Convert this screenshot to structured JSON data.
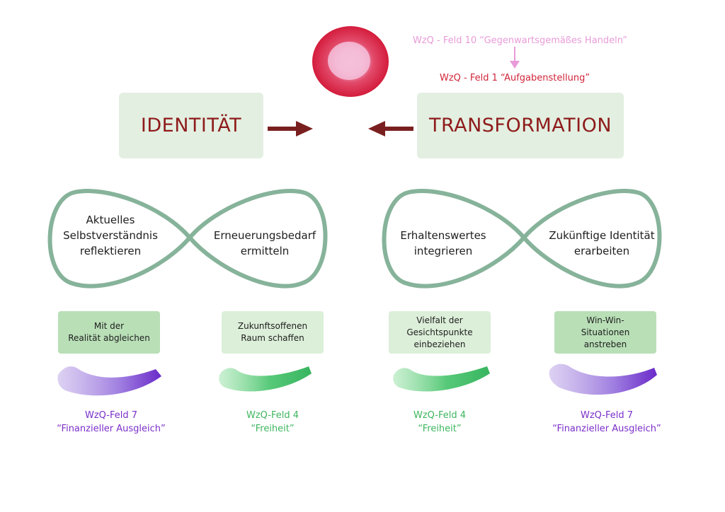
{
  "top_notes": {
    "feld10": "WzQ - Feld 10 “Gegenwartsgemäßes Handeln”",
    "feld1": "WzQ - Feld 1 “Aufgabenstellung”"
  },
  "boxes": {
    "identitaet": "IDENTITÄT",
    "transformation": "TRANSFORMATION"
  },
  "loops": {
    "left_a": [
      "Aktuelles",
      "Selbstverständnis",
      "reflektieren"
    ],
    "left_b": [
      "Erneuerungsbedarf",
      "ermitteln"
    ],
    "right_a": [
      "Erhaltenswertes",
      "integrieren"
    ],
    "right_b": [
      "Zukünftige Identität",
      "erarbeiten"
    ]
  },
  "small_boxes": [
    {
      "lines": [
        "Mit der",
        "Realität abgleichen"
      ]
    },
    {
      "lines": [
        "Zukunftsoffenen",
        "Raum schaffen"
      ]
    },
    {
      "lines": [
        "Vielfalt der",
        "Gesichtspunkte",
        "einbeziehen"
      ]
    },
    {
      "lines": [
        "Win-Win-",
        "Situationen",
        "anstreben"
      ]
    }
  ],
  "wzq_labels": [
    {
      "lines": [
        "WzQ-Feld 7",
        "“Finanzieller Ausgleich”"
      ],
      "color": "#7b2fc9"
    },
    {
      "lines": [
        "WzQ-Feld 4",
        "“Freiheit”"
      ],
      "color": "#3db65e"
    },
    {
      "lines": [
        "WzQ-Feld 4",
        "“Freiheit”"
      ],
      "color": "#3db65e"
    },
    {
      "lines": [
        "WzQ-Feld 7",
        "“Finanzieller Ausgleich”"
      ],
      "color": "#7b2fc9"
    }
  ],
  "colors": {
    "box_text": "#8e1b1b",
    "arrow": "#7a1f1f",
    "loop": "#86b39a",
    "note_pink": "#e89bd8",
    "note_red": "#d1253a"
  }
}
